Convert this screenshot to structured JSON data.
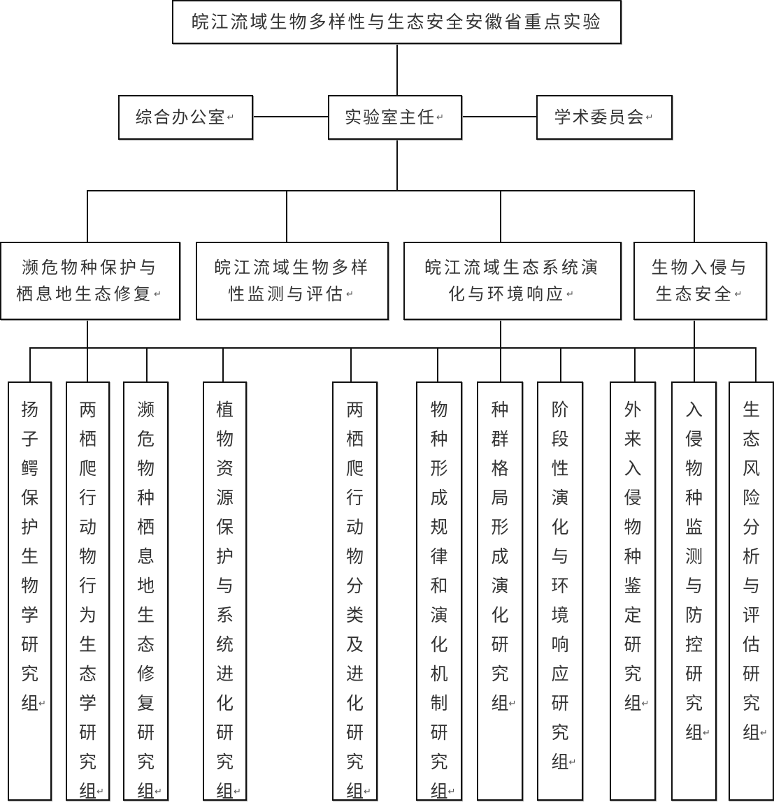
{
  "chart_title": "皖江流域生物多样性与生态安全安徽省重点实验",
  "return_mark": "↵",
  "level1": {
    "left": "综合办公室",
    "center": "实验室主任",
    "right": "学术委员会"
  },
  "level2": [
    {
      "line1": "濒危物种保护与",
      "line2": "栖息地生态修复"
    },
    {
      "line1": "皖江流域生物多样",
      "line2": "性监测与评估"
    },
    {
      "line1": "皖江流域生态系统演",
      "line2": "化与环境响应"
    },
    {
      "line1": "生物入侵与",
      "line2": "生态安全"
    }
  ],
  "groups": [
    "扬子鳄保护生物学研究组",
    "两栖爬行动物行为生态学研究组",
    "濒危物种栖息地生态修复研究组",
    "植物资源保护与系统进化研究组",
    "两栖爬行动物分类及进化研究组",
    "物种形成规律和演化机制研究组",
    "种群格局形成演化研究组",
    "阶段性演化与环境响应研究组",
    "外来入侵物种鉴定研究组",
    "入侵物种监测与防控研究组",
    "生态风险分析与评估研究组"
  ]
}
